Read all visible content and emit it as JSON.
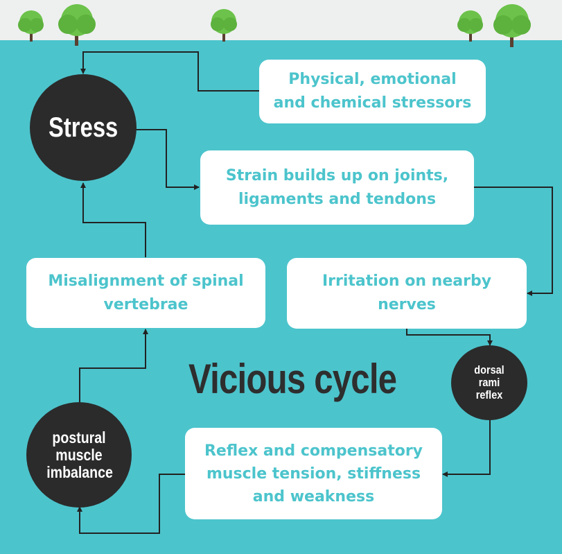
{
  "title": "Vicious cycle",
  "nodes": {
    "stress": "Stress",
    "stressors": "Physical, emotional and chemical stressors",
    "strain": "Strain builds up on joints, ligaments and tendons",
    "irritation": "Irritation on nearby nerves",
    "dorsal": "dorsal rami reflex",
    "reflex": "Reflex and compensatory muscle tension, stiffness and weakness",
    "postural": "postural muscle imbalance",
    "misalignment": "Misalignment of spinal vertebrae"
  },
  "colors": {
    "background": "#4cc4cc",
    "box_text": "#4cc4cc",
    "circle": "#2b2b2b",
    "sky": "#eef0f0",
    "tree": "#6cc24a"
  },
  "decor": {
    "trees": [
      "tree-icon",
      "tree-icon",
      "tree-icon",
      "tree-icon",
      "tree-icon"
    ]
  }
}
